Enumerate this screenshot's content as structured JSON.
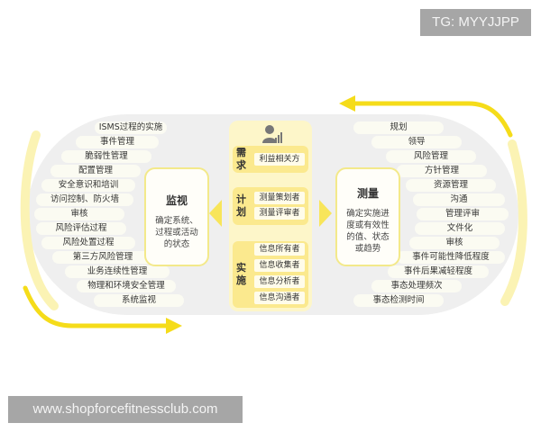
{
  "watermarks": {
    "top": "TG: MYYJJPP",
    "bottom": "www.shopforcefitnessclub.com"
  },
  "colors": {
    "accent_yellow": "#f5dc1a",
    "panel_bg": "#efefef",
    "section_yellow": "#fbe98e",
    "center_bg": "#fdf6c9"
  },
  "left_items": [
    "ISMS过程的实施",
    "事件管理",
    "脆弱性管理",
    "配置管理",
    "安全意识和培训",
    "访问控制、防火墙",
    "审核",
    "风险评估过程",
    "风险处置过程",
    "第三方风险管理",
    "业务连续性管理",
    "物理和环境安全管理",
    "系统监视"
  ],
  "right_items": [
    "规划",
    "领导",
    "风险管理",
    "方针管理",
    "资源管理",
    "沟通",
    "管理评审",
    "文件化",
    "审核",
    "事件可能性降低程度",
    "事件后果减轻程度",
    "事态处理频次",
    "事态检测时间"
  ],
  "monitor_card": {
    "title": "监视",
    "description": "确定系统、过程或活动的状态"
  },
  "measure_card": {
    "title": "测量",
    "description": "确定实施进度或有效性的值、状态或趋势"
  },
  "center": {
    "icon": "person-chart-icon",
    "sections": [
      {
        "label": "需求",
        "roles": [
          "利益相关方"
        ]
      },
      {
        "label": "计划",
        "roles": [
          "测量策划者",
          "测量评审者"
        ]
      },
      {
        "label": "实施",
        "roles": [
          "信息所有者",
          "信息收集者",
          "信息分析者",
          "信息沟通者"
        ]
      }
    ]
  }
}
